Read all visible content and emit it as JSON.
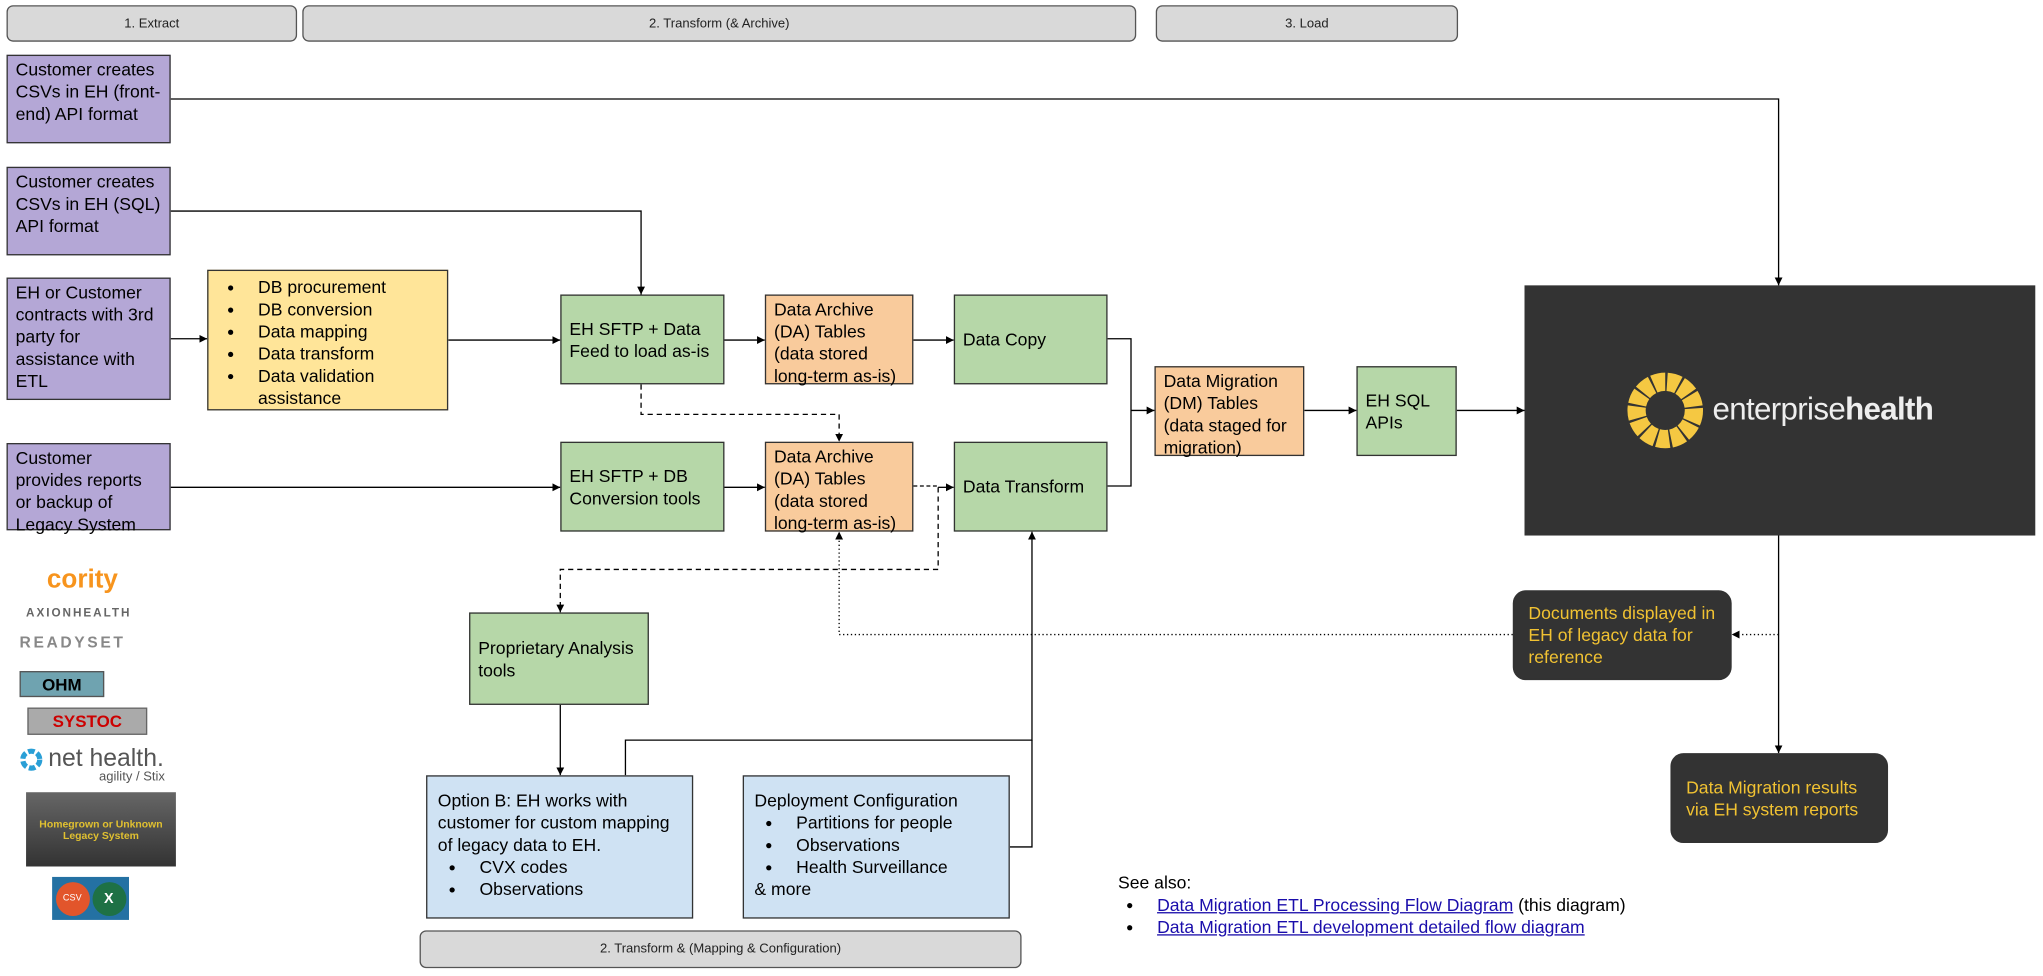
{
  "phases": {
    "extract": "1. Extract",
    "transform_archive": "2. Transform (& Archive)",
    "load": "3. Load",
    "transform_mapping": "2. Transform & (Mapping & Configuration)"
  },
  "sources": [
    "Customer creates CSVs in EH (front-end) API format",
    "Customer creates CSVs in EH (SQL) API format",
    "EH or Customer contracts with 3rd party for assistance with ETL",
    "Customer provides reports or backup of Legacy System"
  ],
  "third_party_services": [
    "DB procurement",
    "DB conversion",
    "Data mapping",
    "Data transform",
    "Data validation assistance"
  ],
  "process": {
    "sftp_data_feed": "EH SFTP + Data Feed to load as-is",
    "sftp_db_conversion": "EH SFTP + DB Conversion tools",
    "data_archive": "Data Archive (DA) Tables (data stored long-term as-is)",
    "data_copy": "Data Copy",
    "data_transform": "Data Transform",
    "data_migration": "Data Migration (DM) Tables (data staged for migration)",
    "eh_sql_apis": "EH SQL APIs",
    "proprietary_tools": "Proprietary Analysis tools"
  },
  "eh_logo": {
    "light": "enterprise",
    "bold": "health"
  },
  "outputs": {
    "documents": "Documents displayed in EH of legacy data for reference",
    "results": "Data Migration results via EH system reports"
  },
  "option_b": {
    "title": "Option B: EH works with customer for custom mapping of legacy data to EH.",
    "items": [
      "CVX codes",
      "Observations"
    ]
  },
  "deployment": {
    "title": "Deployment Configuration",
    "items": [
      "Partitions for people",
      "Observations",
      "Health Surveillance"
    ],
    "footer": "& more"
  },
  "legacy_logos": {
    "cority": "cority",
    "axion": "AXIONHEALTH",
    "readyset": "READYSET",
    "ohm": "OHM",
    "systoc": "SYSTOC",
    "nethealth": "net health.",
    "nethealth_sub": "agility / Stix",
    "homegrown": "Homegrown or Unknown Legacy System",
    "csv": "CSV",
    "excel": "X"
  },
  "see_also": {
    "title": "See also:",
    "links": [
      {
        "text": "Data Migration ETL Processing Flow Diagram",
        "suffix": " (this diagram)"
      },
      {
        "text": "Data Migration ETL development detailed flow diagram",
        "suffix": ""
      }
    ]
  },
  "colors": {
    "source": "#b4a7d6",
    "service": "#ffe599",
    "process": "#b6d7a8",
    "table": "#f9cb9c",
    "config": "#cfe2f3",
    "dark": "#333333",
    "highlight": "#f1c232"
  }
}
